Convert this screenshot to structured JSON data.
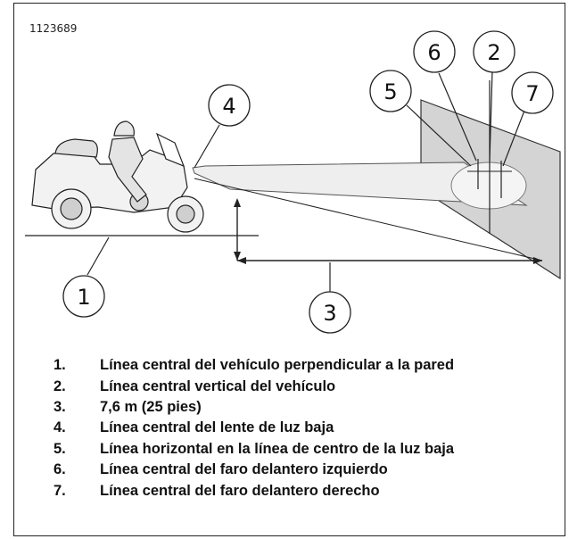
{
  "figure_id": "1123689",
  "callouts": [
    "1",
    "2",
    "3",
    "4",
    "5",
    "6",
    "7"
  ],
  "legend": [
    {
      "num": "1.",
      "text": "Línea central del vehículo perpendicular a la pared"
    },
    {
      "num": "2.",
      "text": "Línea central vertical del vehículo"
    },
    {
      "num": "3.",
      "text": "7,6 m (25 pies)"
    },
    {
      "num": "4.",
      "text": "Línea central del lente de luz baja"
    },
    {
      "num": "5.",
      "text": "Línea horizontal en la línea de centro de la luz baja"
    },
    {
      "num": "6.",
      "text": "Línea central del faro delantero izquierdo"
    },
    {
      "num": "7.",
      "text": "Línea central del faro delantero derecho"
    }
  ]
}
